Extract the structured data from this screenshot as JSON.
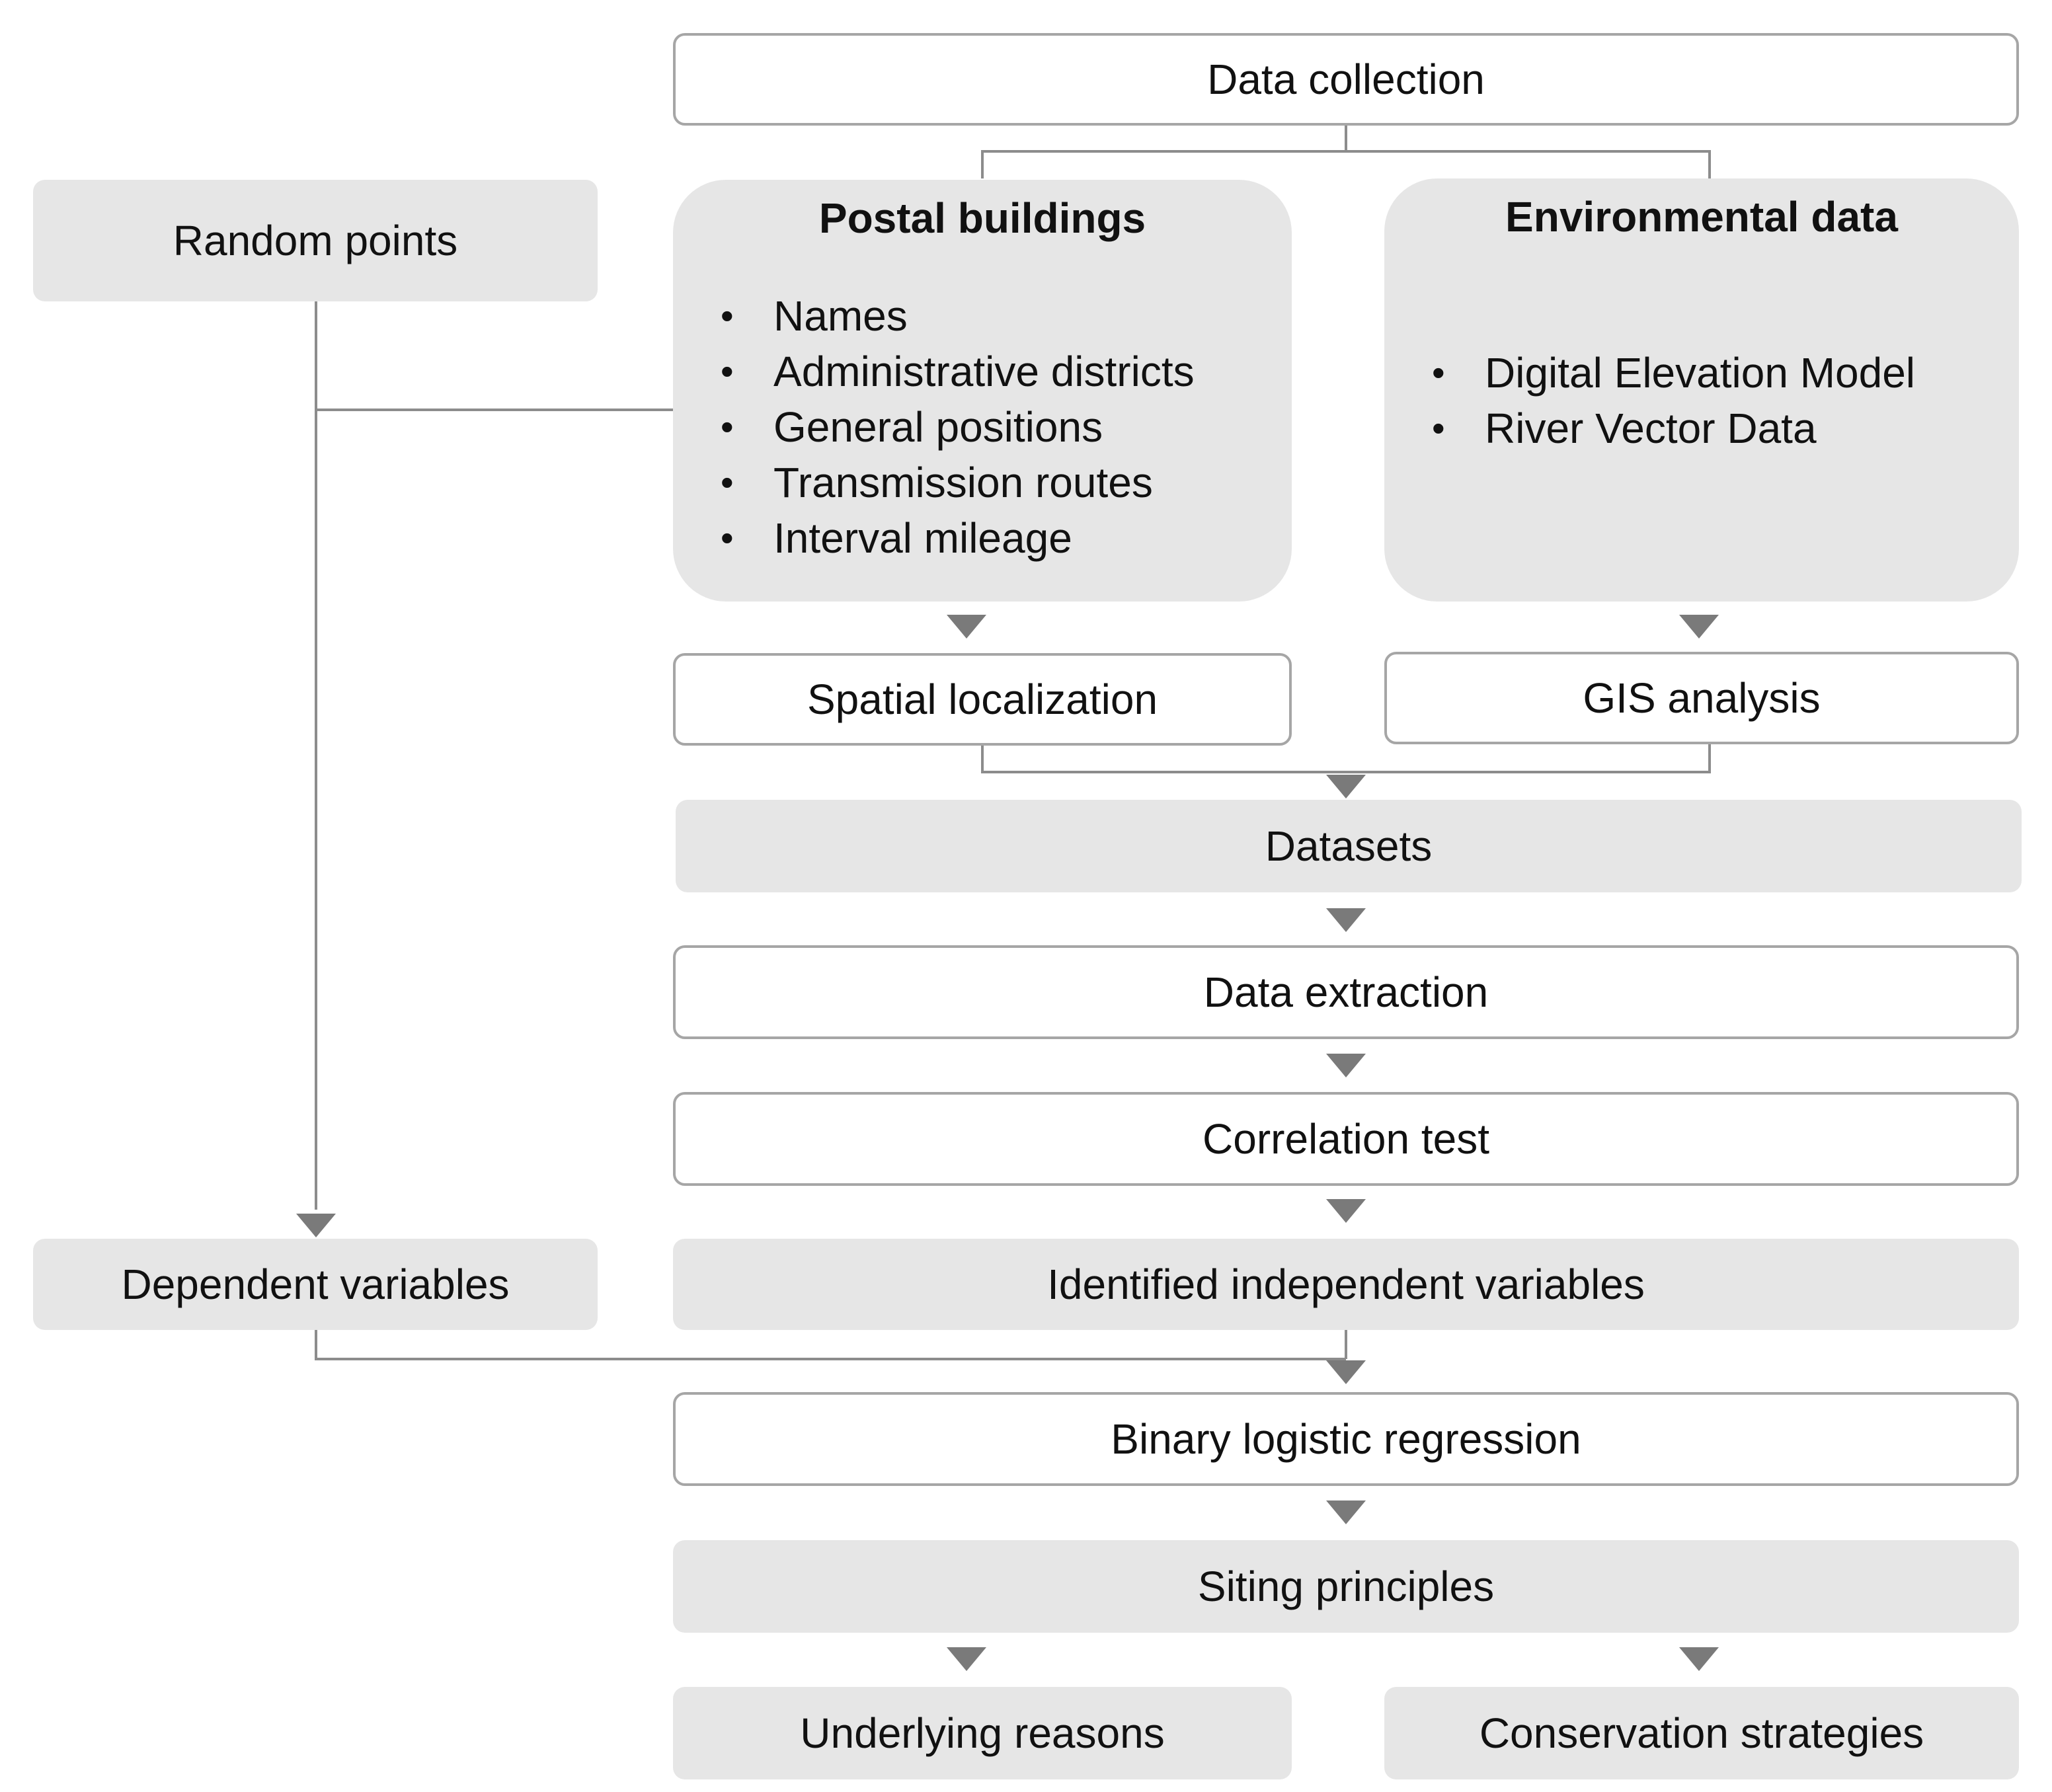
{
  "nodes": {
    "data_collection": "Data collection",
    "random_points": "Random points",
    "postal_buildings": {
      "title": "Postal buildings",
      "items": [
        "Names",
        "Administrative districts",
        "General positions",
        "Transmission routes",
        "Interval mileage"
      ]
    },
    "environmental_data": {
      "title": "Environmental data",
      "items": [
        "Digital Elevation Model",
        "River Vector Data"
      ]
    },
    "spatial_localization": "Spatial localization",
    "gis_analysis": "GIS analysis",
    "datasets": "Datasets",
    "data_extraction": "Data extraction",
    "correlation_test": "Correlation test",
    "dependent_variables": "Dependent variables",
    "identified_independent_variables": "Identified independent variables",
    "binary_logistic_regression": "Binary logistic regression",
    "siting_principles": "Siting principles",
    "underlying_reasons": "Underlying reasons",
    "conservation_strategies": "Conservation strategies"
  },
  "colors": {
    "line": "#8c8c8c",
    "arrow": "#7a7a7a",
    "box_fill": "#e6e6e6",
    "box_border": "#a6a6a6"
  }
}
